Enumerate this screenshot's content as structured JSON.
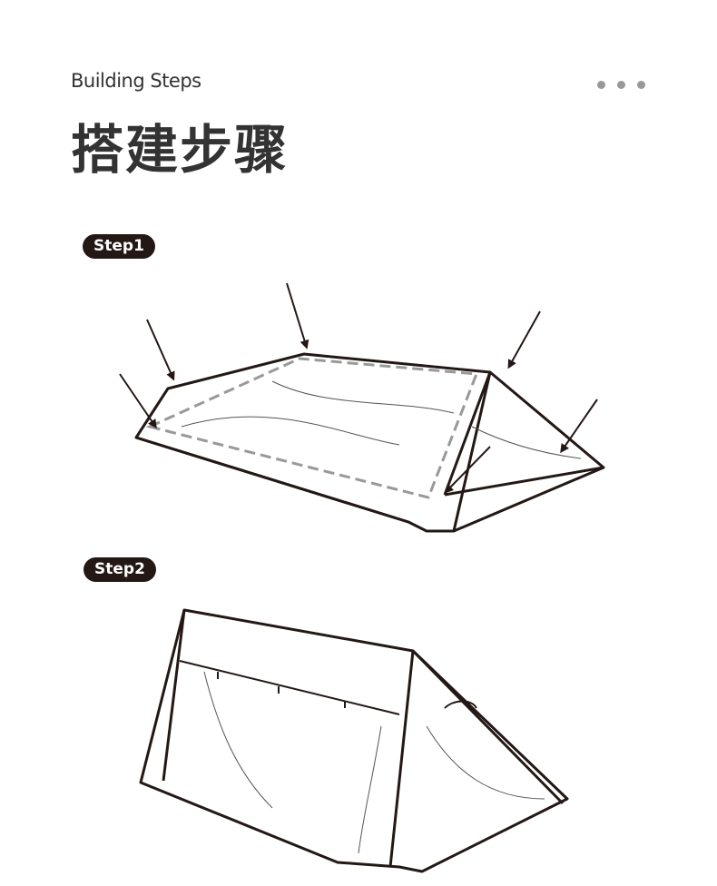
{
  "header": {
    "subtitle": "Building Steps",
    "title": "搭建步骤",
    "menu_icon": "more-dots-icon"
  },
  "steps": [
    {
      "label": "Step1"
    },
    {
      "label": "Step2"
    }
  ],
  "colors": {
    "text": "#333333",
    "pill": "#231815",
    "dots": "#999999"
  }
}
